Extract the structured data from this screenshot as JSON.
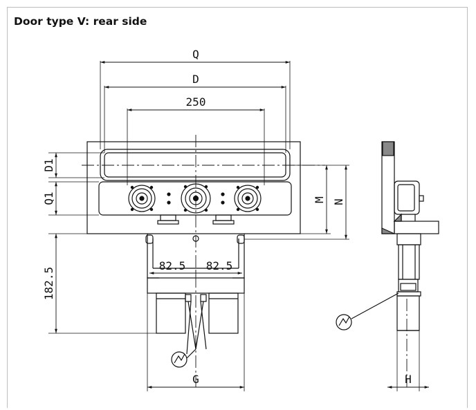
{
  "title": "Door type V: rear side",
  "dimensions": {
    "q": "Q",
    "d": "D",
    "w250": "250",
    "d1": "D1",
    "q1": "Q1",
    "m": "M",
    "n": "N",
    "h182": "182.5",
    "left825": "82.5",
    "right825": "82.5",
    "g": "G",
    "h": "H"
  },
  "icons": {
    "ground_symbol": "ground-circle-icon"
  }
}
